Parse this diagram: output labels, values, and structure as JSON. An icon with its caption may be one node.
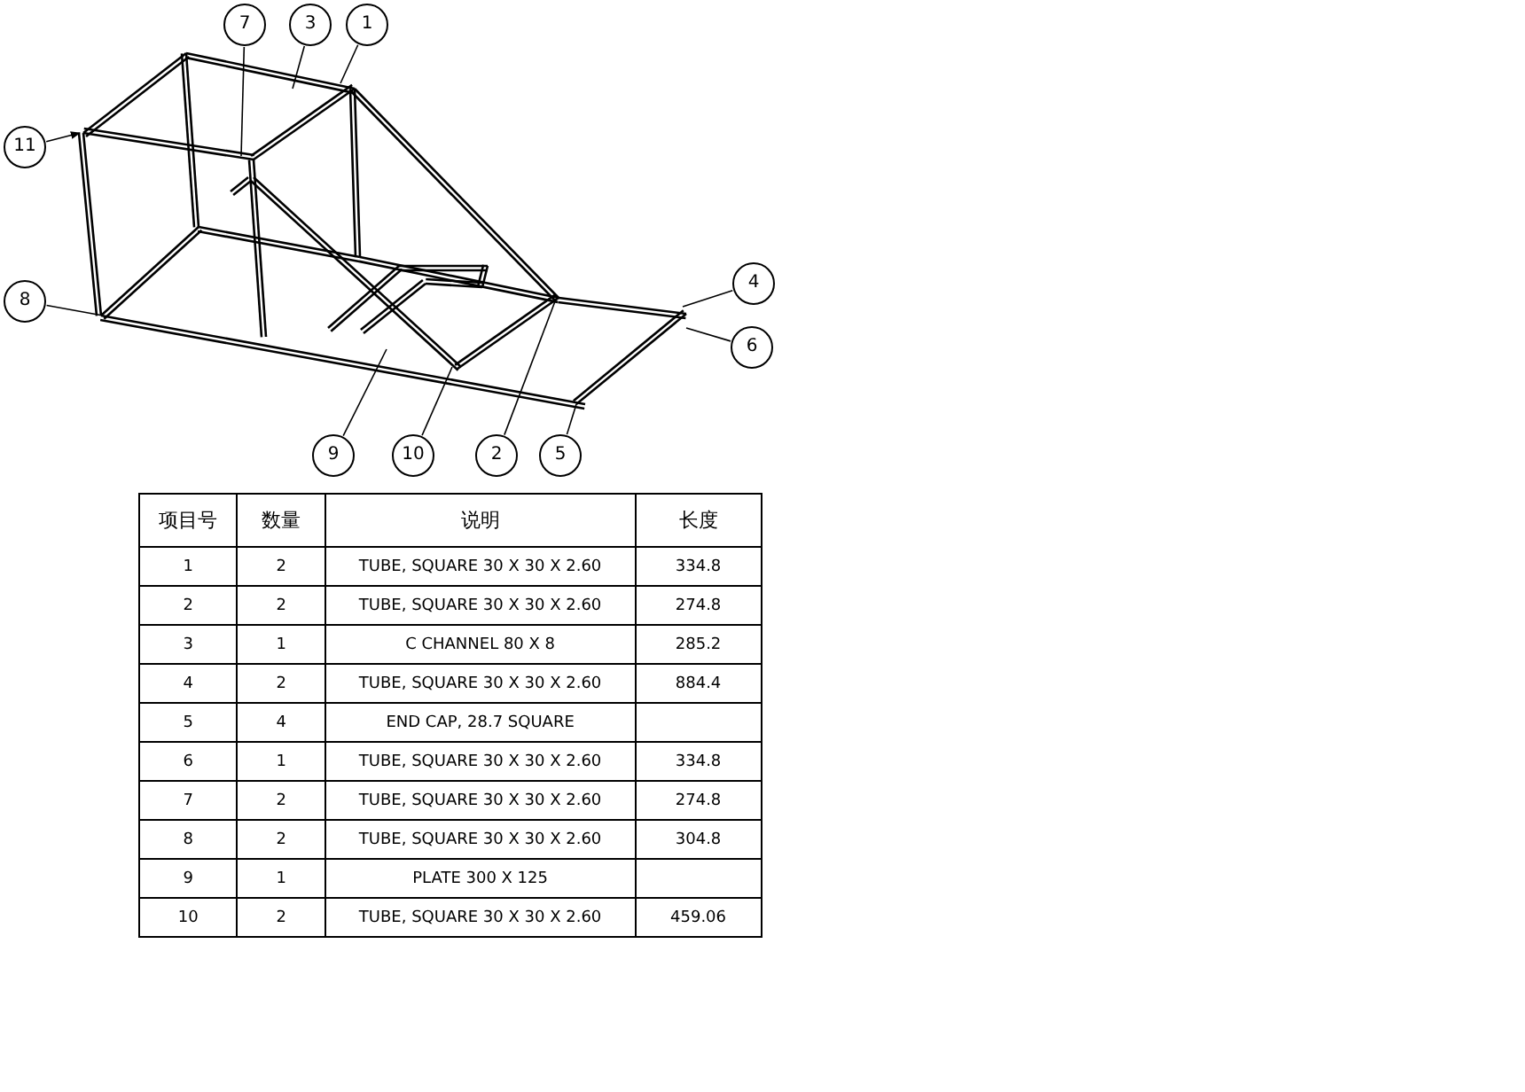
{
  "diagram": {
    "nodes": [
      {
        "text": [
          "7"
        ]
      },
      {
        "text": [
          "3"
        ]
      },
      {
        "text": [
          "1"
        ]
      },
      {
        "text": [
          "11"
        ]
      },
      {
        "text": [
          "8"
        ]
      },
      {
        "text": [
          "4"
        ]
      },
      {
        "text": [
          "6"
        ]
      },
      {
        "text": [
          "9"
        ]
      },
      {
        "text": [
          "10"
        ]
      },
      {
        "text": [
          "2"
        ]
      },
      {
        "text": [
          "5"
        ]
      },
      {
        "text": [],
        "shape": "picture"
      }
    ],
    "edges": [
      {
        "from": 0,
        "to": 11,
        "arrow": "none"
      },
      {
        "from": 1,
        "to": 11,
        "arrow": "none"
      },
      {
        "from": 2,
        "to": 11,
        "arrow": "none"
      },
      {
        "from": 3,
        "to": 11,
        "arrow": "to"
      },
      {
        "from": 4,
        "to": 11,
        "arrow": "none"
      },
      {
        "from": 5,
        "to": 11,
        "arrow": "none"
      },
      {
        "from": 6,
        "to": 11,
        "arrow": "none"
      },
      {
        "from": 7,
        "to": 11,
        "arrow": "none"
      },
      {
        "from": 8,
        "to": 11,
        "arrow": "none"
      },
      {
        "from": 9,
        "to": 11,
        "arrow": "none"
      },
      {
        "from": 10,
        "to": 11,
        "arrow": "none"
      }
    ],
    "labels": [
      "项目号",
      "数量",
      "说明",
      "长度",
      "1",
      "2",
      "TUBE, SQUARE 30 X 30 X 2.60",
      "334.8",
      "2",
      "2",
      "TUBE, SQUARE 30 X 30 X 2.60",
      "274.8",
      "3",
      "1",
      "C CHANNEL 80 X 8",
      "285.2",
      "4",
      "2",
      "TUBE, SQUARE 30 X 30 X 2.60",
      "884.4",
      "5",
      "4",
      "END CAP, 28.7 SQUARE",
      "6",
      "1",
      "TUBE, SQUARE 30 X 30 X 2.60",
      "334.8",
      "7",
      "2",
      "TUBE, SQUARE 30 X 30 X 2.60",
      "274.8",
      "8",
      "2",
      "TUBE, SQUARE 30 X 30 X 2.60",
      "304.8",
      "9",
      "1",
      "PLATE 300 X 125",
      "10",
      "2",
      "TUBE, SQUARE 30 X 30 X 2.60",
      "459.06"
    ]
  }
}
